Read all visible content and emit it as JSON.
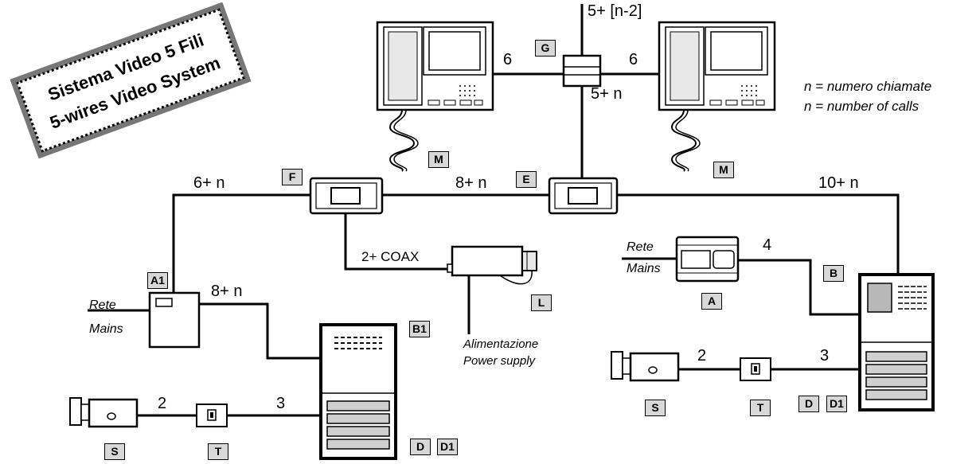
{
  "title": {
    "line1": "Sistema Video 5 Fili",
    "line2": "5-wires Video System"
  },
  "legend": {
    "line1": "n = numero chiamate",
    "line2": "n = number of calls"
  },
  "wire_labels": {
    "g_top": "5+ [n-2]",
    "g_left": "6",
    "g_right": "6",
    "g_bottom": "5+ n",
    "f_left": "6+ n",
    "f_e": "8+ n",
    "e_right": "10+ n",
    "a1_b1": "8+ n",
    "coax": "2+ COAX",
    "a_b": "4",
    "s_t_left": "2",
    "t_d_left": "3",
    "s_t_right": "2",
    "t_d_right": "3"
  },
  "mains_left": {
    "line1": "Rete",
    "line2": "Mains"
  },
  "mains_right": {
    "line1": "Rete",
    "line2": "Mains"
  },
  "power_supply": {
    "line1": "Alimentazione",
    "line2": "Power supply"
  },
  "tags": {
    "G": "G",
    "M_left": "M",
    "M_right": "M",
    "E": "E",
    "F": "F",
    "A1": "A1",
    "B1": "B1",
    "L": "L",
    "A": "A",
    "B": "B",
    "S_left": "S",
    "T_left": "T",
    "D_left": "D",
    "D1_left": "D1",
    "S_right": "S",
    "T_right": "T",
    "D_right": "D",
    "D1_right": "D1"
  }
}
